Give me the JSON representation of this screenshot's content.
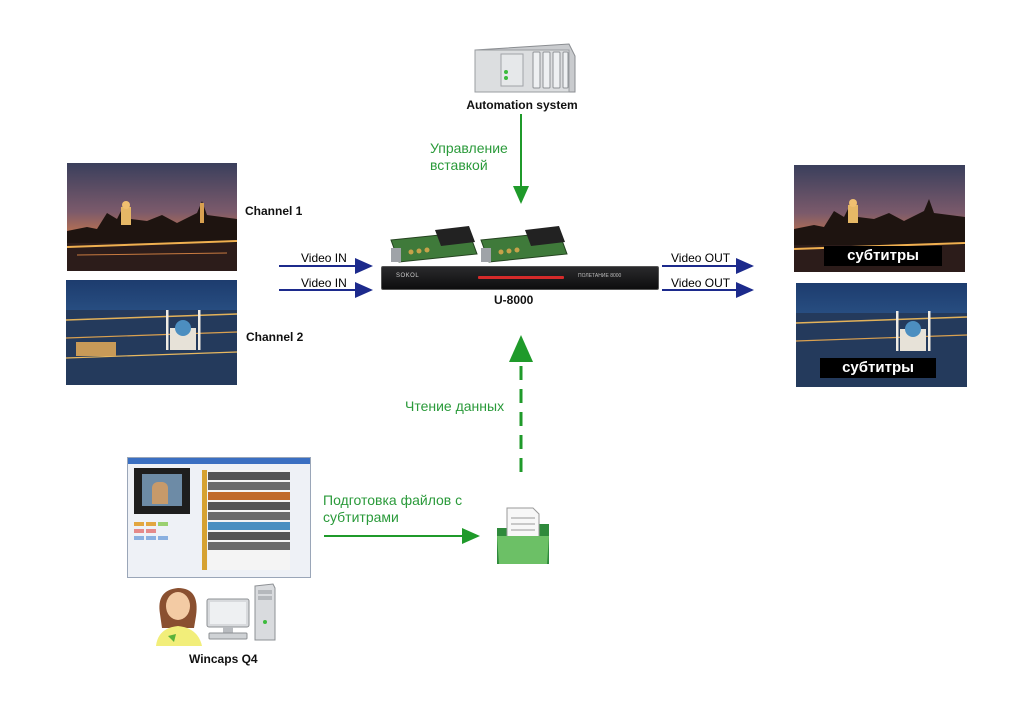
{
  "automation": {
    "label": "Automation system"
  },
  "control_label": [
    "Управление",
    "вставкой"
  ],
  "channels": [
    {
      "label": "Channel 1",
      "input_label": "Video IN"
    },
    {
      "label": "Channel 2",
      "input_label": "Video IN"
    }
  ],
  "device": {
    "label": "U-8000",
    "brand": "SOKOL",
    "model": "ПОЛЕТАНИЕ 8000"
  },
  "outputs": [
    {
      "label": "Video OUT",
      "subtitle": "субтитры"
    },
    {
      "label": "Video OUT",
      "subtitle": "субтитры"
    }
  ],
  "read_label": "Чтение данных",
  "prepare_label": [
    "Подготовка файлов с",
    "субтитрами"
  ],
  "workstation": {
    "label": "Wincaps Q4"
  },
  "colors": {
    "arrow_green": "#1f9a2a",
    "arrow_blue": "#1c2a8c",
    "text_green": "#2a9a3a"
  },
  "icons": [
    "server-icon",
    "folder-icon",
    "user-icon",
    "monitor-icon",
    "pc-tower-icon"
  ]
}
